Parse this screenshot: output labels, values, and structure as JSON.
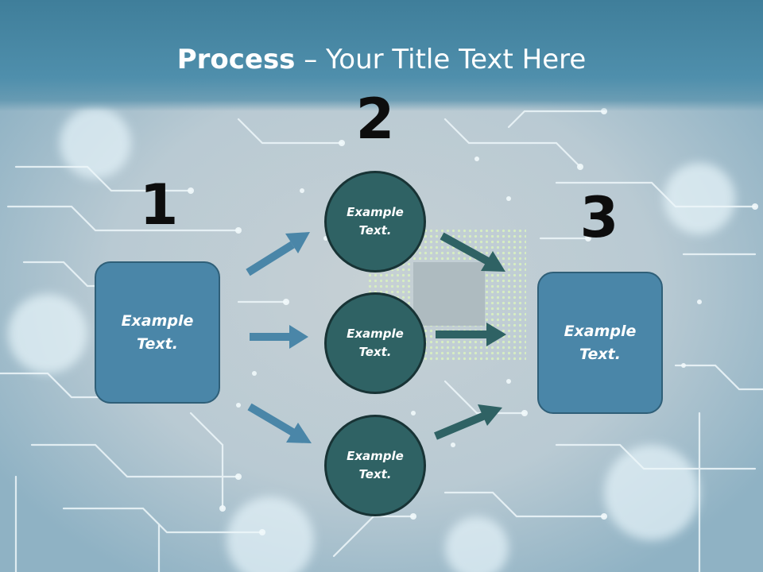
{
  "title": {
    "bold": "Process",
    "rest": " – Your Title Text Here"
  },
  "steps": {
    "one": {
      "number": "1",
      "text": "Example\nText."
    },
    "two": {
      "number": "2",
      "circles": [
        "Example\nText.",
        "Example\nText.",
        "Example\nText."
      ]
    },
    "three": {
      "number": "3",
      "text": "Example\nText."
    }
  },
  "colors": {
    "header": "#4f8fac",
    "box": "#4a86a8",
    "circle": "#2f6264",
    "arrow_left": "#4a86a8",
    "arrow_right": "#2f6264"
  }
}
